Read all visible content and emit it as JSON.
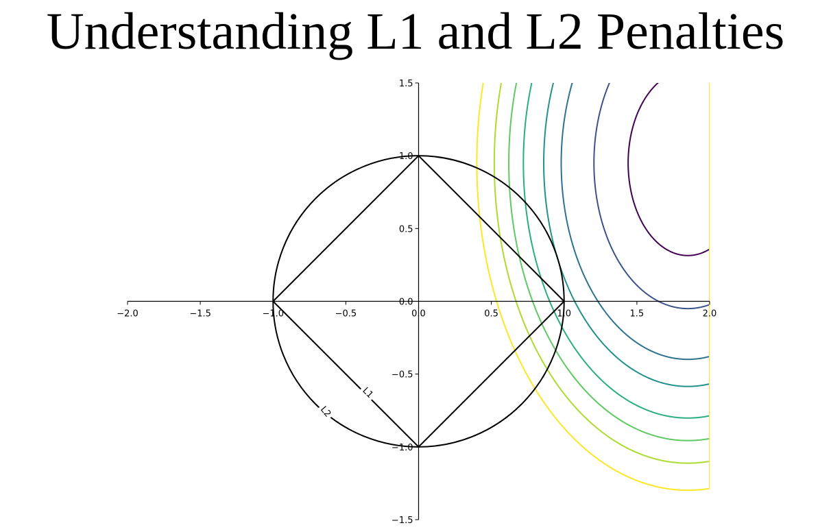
{
  "title": "Understanding L1 and L2 Penalties",
  "chart_data": {
    "type": "line",
    "title": "Understanding L1 and L2 Penalties",
    "xlabel": "",
    "ylabel": "",
    "xlim": [
      -2.0,
      2.0
    ],
    "ylim": [
      -1.5,
      1.5
    ],
    "grid": false,
    "x_ticks": [
      "−2.0",
      "−1.5",
      "−1.0",
      "−0.5",
      "0.0",
      "0.5",
      "1.0",
      "1.5",
      "2.0"
    ],
    "x_tick_values": [
      -2.0,
      -1.5,
      -1.0,
      -0.5,
      0.0,
      0.5,
      1.0,
      1.5,
      2.0
    ],
    "y_ticks": [
      "−1.5",
      "−1.0",
      "−0.5",
      "0.0",
      "0.5",
      "1.0",
      "1.5"
    ],
    "y_tick_values": [
      -1.5,
      -1.0,
      -0.5,
      0.0,
      0.5,
      1.0,
      1.5
    ],
    "constraints": [
      {
        "label": "L1",
        "kind": "diamond",
        "radius": 1.0,
        "color": "#000000",
        "vertices": [
          [
            1,
            0
          ],
          [
            0,
            1
          ],
          [
            -1,
            0
          ],
          [
            0,
            -1
          ],
          [
            1,
            0
          ]
        ],
        "label_at": [
          -0.35,
          -0.63
        ],
        "label_angle": 45
      },
      {
        "label": "L2",
        "kind": "circle",
        "radius": 1.0,
        "color": "#000000",
        "label_at": [
          -0.64,
          -0.76
        ],
        "label_angle": 50
      }
    ],
    "loss_contours": {
      "center": [
        1.85,
        0.95
      ],
      "semi_axis_ratio_x_to_y": 0.645,
      "x_clip": 2.0,
      "levels": [
        {
          "leftmost_x": 1.44,
          "color": "#440154"
        },
        {
          "leftmost_x": 1.205,
          "color": "#3b528b"
        },
        {
          "leftmost_x": 0.98,
          "color": "#2c728e"
        },
        {
          "leftmost_x": 0.86,
          "color": "#21918c"
        },
        {
          "leftmost_x": 0.72,
          "color": "#28ae80"
        },
        {
          "leftmost_x": 0.62,
          "color": "#5ec962"
        },
        {
          "leftmost_x": 0.52,
          "color": "#addc30"
        },
        {
          "leftmost_x": 0.4,
          "color": "#fde725"
        }
      ]
    }
  }
}
